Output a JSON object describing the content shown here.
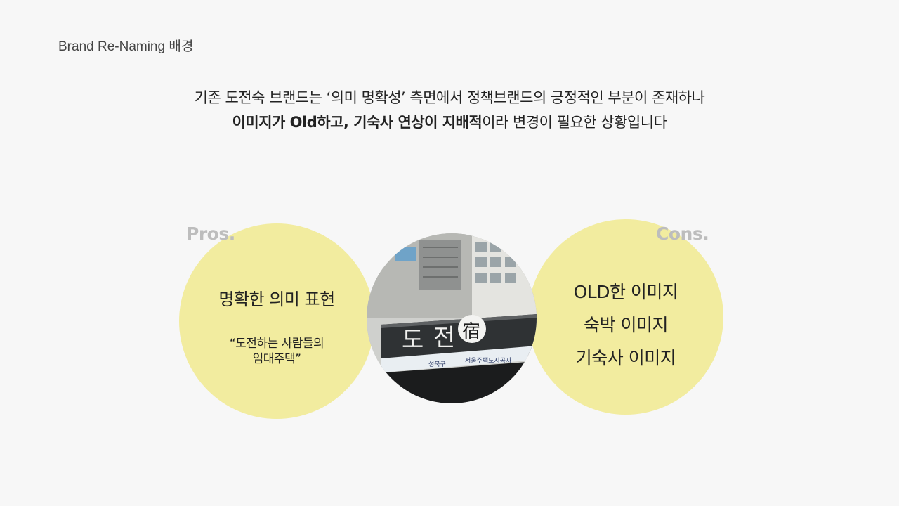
{
  "header": {
    "section_title": "Brand Re-Naming 배경"
  },
  "headline": {
    "line1": "기존 도전숙 브랜드는 ‘의미 명확성’ 측면에서 정책브랜드의 긍정적인 부분이 존재하나",
    "line2_bold": "이미지가 Old하고, 기숙사 연상이 지배적",
    "line2_rest": "이라 변경이 필요한 상황입니다"
  },
  "pros": {
    "label": "Pros.",
    "main": "명확한 의미 표현",
    "quote_line1": "“도전하는 사람들의",
    "quote_line2": "임대주택”"
  },
  "cons": {
    "label": "Cons.",
    "items": [
      "OLD한 이미지",
      "숙박 이미지",
      "기숙사 이미지"
    ]
  },
  "photo": {
    "sign_char1": "도",
    "sign_char2": "전",
    "sign_hanja": "宿",
    "strip_text1": "성북구",
    "strip_text2": "서울주택도시공사"
  },
  "colors": {
    "background": "#f7f7f7",
    "circle_fill": "#f2ec9f",
    "label_gray": "#bdbdbd"
  }
}
